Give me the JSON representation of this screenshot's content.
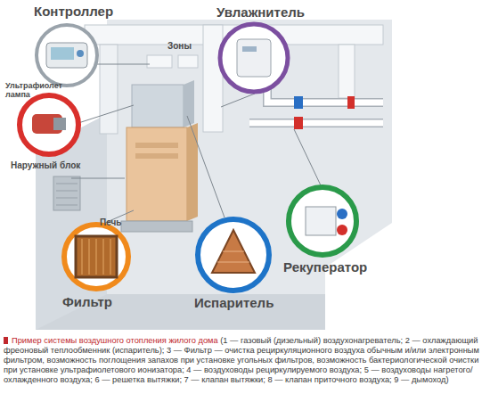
{
  "diagram": {
    "title": "Пример системы воздушного отопления жилого дома",
    "caption": "(1 — газовый (дизельный) воздухонагреватель; 2 — охлаждающий фреоновый теплообменник (испаритель); 3 — Фильтр — очистка рециркуляционного воздуха обычным и/или электронным фильтром, возможность поглощения запахов при установке угольных фильтров, возможность бактериологической очистки при установке ультрафиолетового ионизатора; 4 — воздуховоды рециркулируемого воздуха; 5 — воздуховоды нагретого/охлажденного воздуха; 6 — решетка вытяжки; 7 — клапан вытяжки; 8 — клапан приточного воздуха; 9 — дымоход)",
    "labels": [
      "Контроллер",
      "Увлажнитель",
      "Зоны",
      "Ультрафиолет лампа",
      "Наружный блок",
      "Печь",
      "Фильтр",
      "Испаритель",
      "Рекуператор"
    ]
  }
}
